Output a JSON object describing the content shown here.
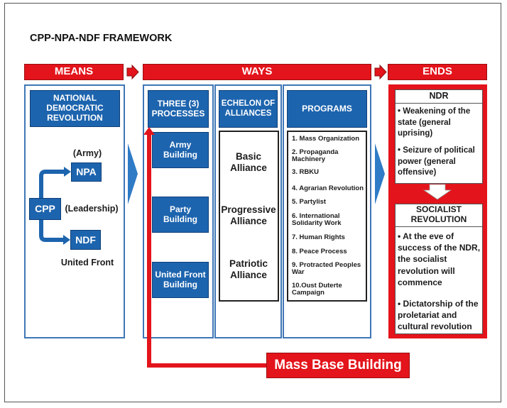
{
  "title": "CPP-NPA-NDF FRAMEWORK",
  "headers": {
    "means": "MEANS",
    "ways": "WAYS",
    "ends": "ENDS"
  },
  "means": {
    "box_title": "NATIONAL DEMOCRATIC REVOLUTION",
    "army_label": "(Army)",
    "npa": "NPA",
    "cpp": "CPP",
    "leadership_label": "(Leadership)",
    "ndf": "NDF",
    "united_front": "United Front"
  },
  "ways": {
    "processes_title": "THREE (3) PROCESSES",
    "processes": [
      "Army Building",
      "Party Building",
      "United Front Building"
    ],
    "echelon_title": "ECHELON OF ALLIANCES",
    "alliances": [
      "Basic Alliance",
      "Progressive Alliance",
      "Patriotic Alliance"
    ],
    "programs_title": "PROGRAMS",
    "programs": [
      "1. Mass Organization",
      "2. Propaganda Machinery",
      "3. RBKU",
      "4. Agrarian Revolution",
      "5. Partylist",
      "6. International Solidarity Work",
      "7. Human Rights",
      "8. Peace Process",
      "9. Protracted Peoples War",
      "10.Oust Duterte Campaign"
    ]
  },
  "ends": {
    "ndr_title": "NDR",
    "ndr_points": [
      "• Weakening of the state (general uprising)",
      "• Seizure of political power (general offensive)"
    ],
    "socialist_title": "SOCIALIST REVOLUTION",
    "socialist_points": [
      "• At the eve of success of the NDR, the socialist revolution will commence",
      "• Dictatorship of the proletariat and cultural revolution"
    ]
  },
  "mass_base": "Mass Base Building",
  "colors": {
    "red": "#e3141b",
    "blue": "#1d64ae",
    "panel_border": "#3f76b6"
  }
}
